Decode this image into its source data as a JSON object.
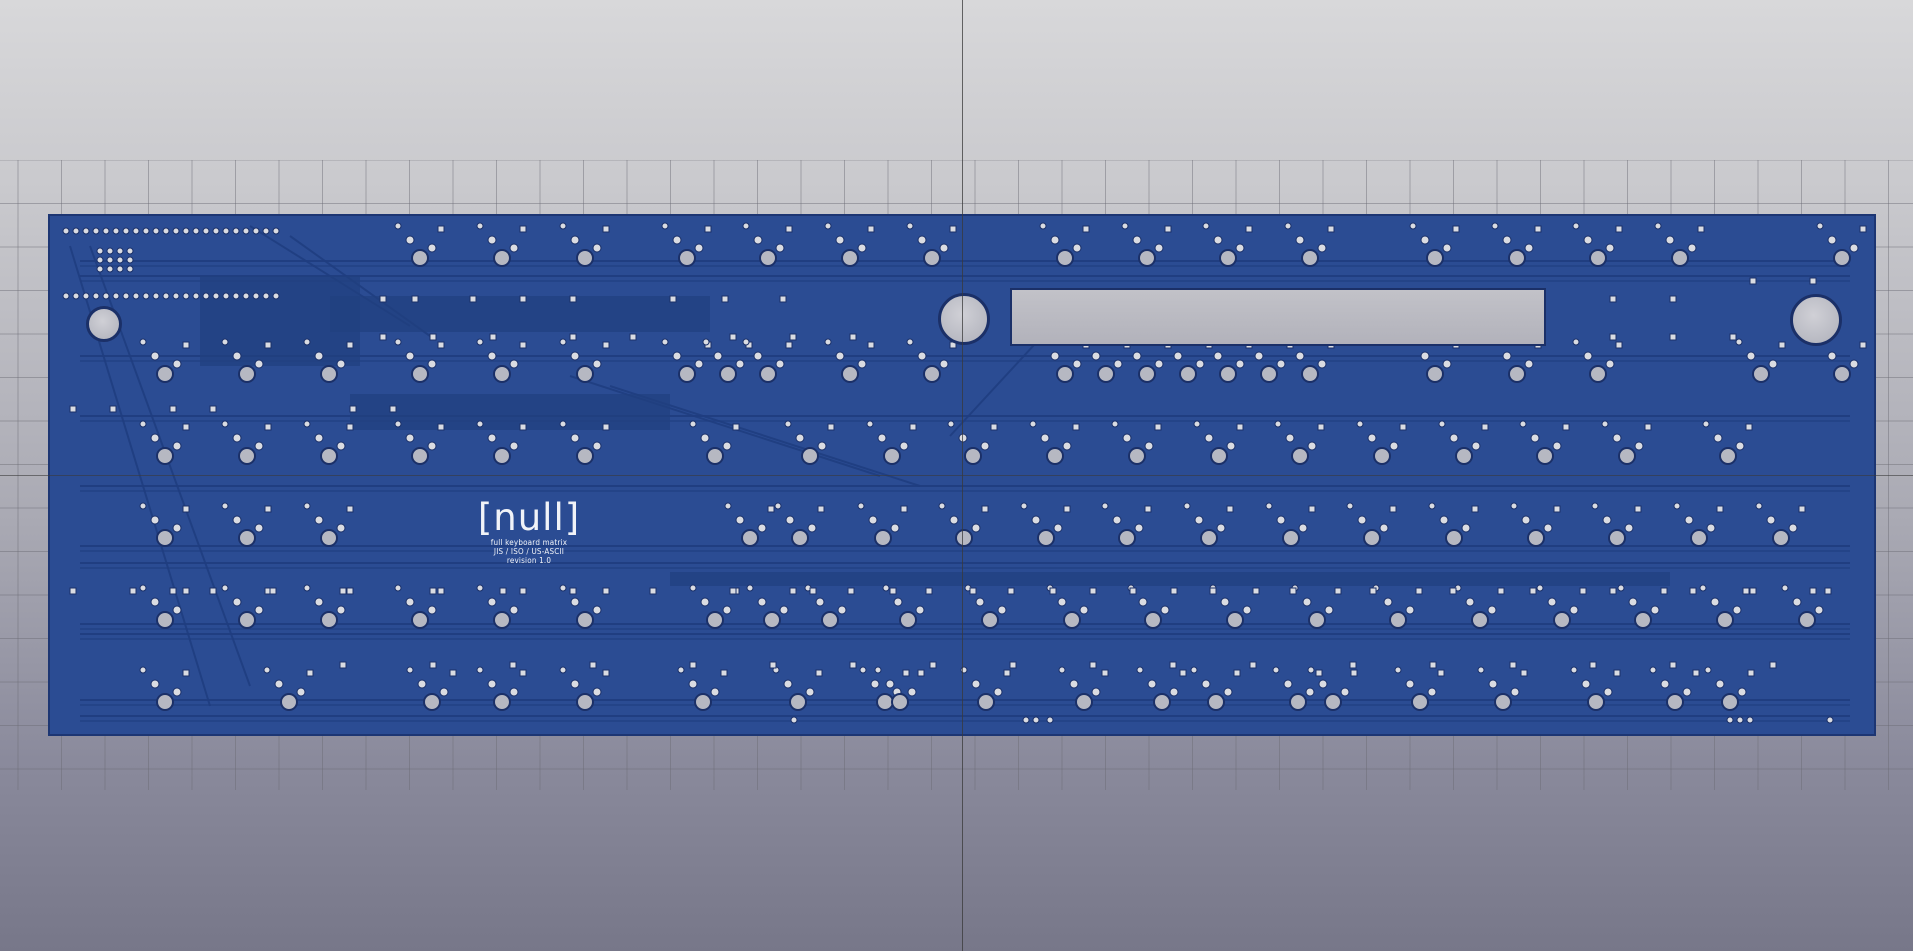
{
  "scene": {
    "background_top": "#d8d8da",
    "background_bottom": "#777789",
    "board_color": "#2b4c93",
    "trace_color": "#1f3d80",
    "pad_color": "#dadce2"
  },
  "silkscreen": {
    "logo": "[null]",
    "line1": "full keyboard matrix",
    "line2": "JIS / ISO / US-ASCII",
    "line3": "revision 1.0"
  }
}
